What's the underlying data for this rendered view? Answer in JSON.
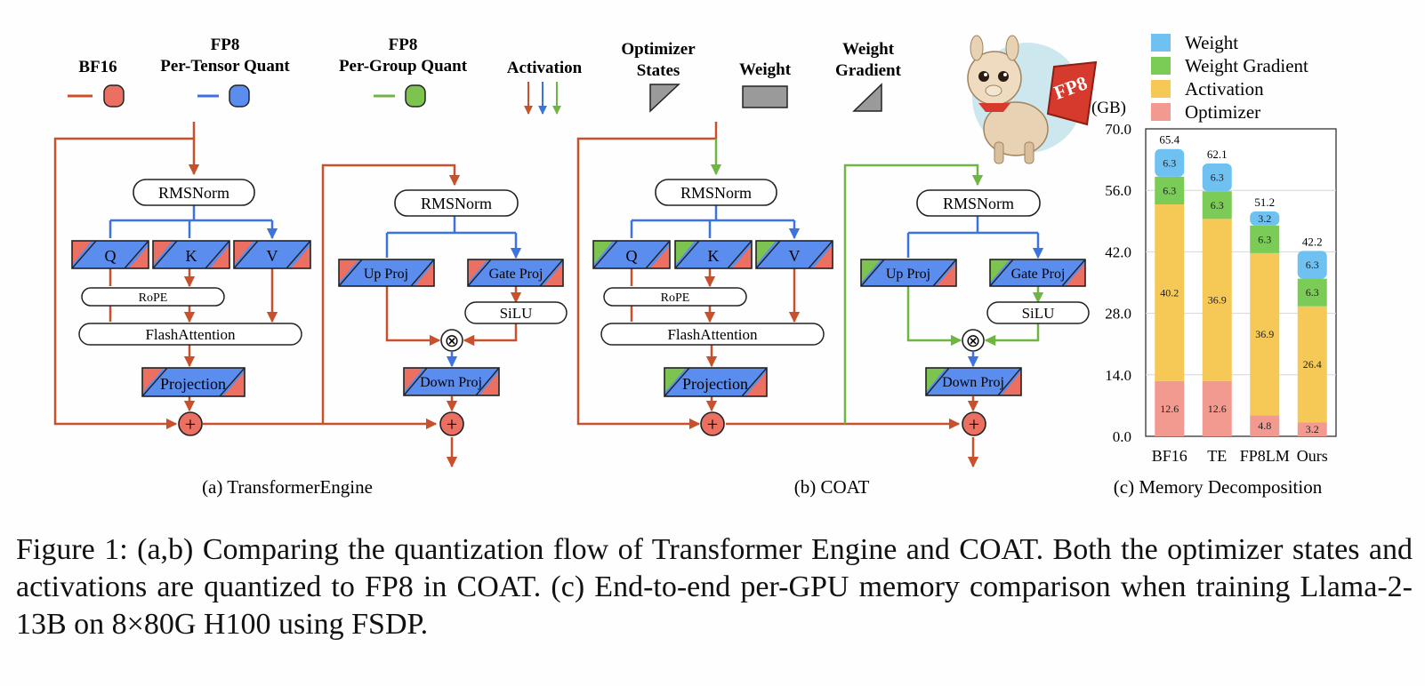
{
  "legend": {
    "bf16": "BF16",
    "fp8_tensor_line1": "FP8",
    "fp8_tensor_line2": "Per-Tensor Quant",
    "fp8_group_line1": "FP8",
    "fp8_group_line2": "Per-Group Quant",
    "activation": "Activation",
    "optimizer_line1": "Optimizer",
    "optimizer_line2": "States",
    "weight": "Weight",
    "weight_grad_line1": "Weight",
    "weight_grad_line2": "Gradient"
  },
  "colors": {
    "bf16": "#c8502a",
    "bf16_fill": "#ec7062",
    "fp8_tensor": "#3b73e0",
    "fp8_tensor_fill": "#5b8def",
    "fp8_group": "#6fb542",
    "fp8_group_fill": "#7cc34f",
    "gray": "#9a9a9a",
    "weight_bar": "#6fc1f2",
    "wgrad_bar": "#7bcb57",
    "act_bar": "#f6c957",
    "opt_bar": "#f29a8f"
  },
  "diagram": {
    "rmsnorm": "RMSNorm",
    "q": "Q",
    "k": "K",
    "v": "V",
    "rope": "RoPE",
    "flash": "FlashAttention",
    "projection": "Projection",
    "up_proj": "Up Proj",
    "gate_proj": "Gate Proj",
    "silu": "SiLU",
    "down_proj": "Down Proj",
    "times": "⊗",
    "plus": "+"
  },
  "mascot_badge": "FP8",
  "subcaptions": {
    "a": "(a) TransformerEngine",
    "b": "(b) COAT",
    "c": "(c) Memory Decomposition"
  },
  "chart_data": {
    "type": "bar",
    "stacked": true,
    "ylabel": "(GB)",
    "ylim": [
      0,
      70
    ],
    "yticks": [
      "0.0",
      "14.0",
      "28.0",
      "42.0",
      "56.0",
      "70.0"
    ],
    "categories": [
      "BF16",
      "TE",
      "FP8LM",
      "Ours"
    ],
    "totals": [
      "65.4",
      "62.1",
      "51.2",
      "42.2"
    ],
    "legend": [
      "Weight",
      "Weight Gradient",
      "Activation",
      "Optimizer"
    ],
    "series": [
      {
        "name": "Optimizer",
        "values": [
          12.6,
          12.6,
          4.8,
          3.2
        ]
      },
      {
        "name": "Activation",
        "values": [
          40.2,
          36.9,
          36.9,
          26.4
        ]
      },
      {
        "name": "Weight Gradient",
        "values": [
          6.3,
          6.3,
          6.3,
          6.3
        ]
      },
      {
        "name": "Weight",
        "values": [
          6.3,
          6.3,
          3.2,
          6.3
        ]
      }
    ]
  },
  "caption": {
    "text": "Figure 1: (a,b) Comparing the quantization flow of Transformer Engine and COAT. Both the optimizer states and activations are quantized to FP8 in COAT. (c) End-to-end per-GPU memory comparison when training Llama-2-13B on 8×80G H100 using FSDP."
  }
}
